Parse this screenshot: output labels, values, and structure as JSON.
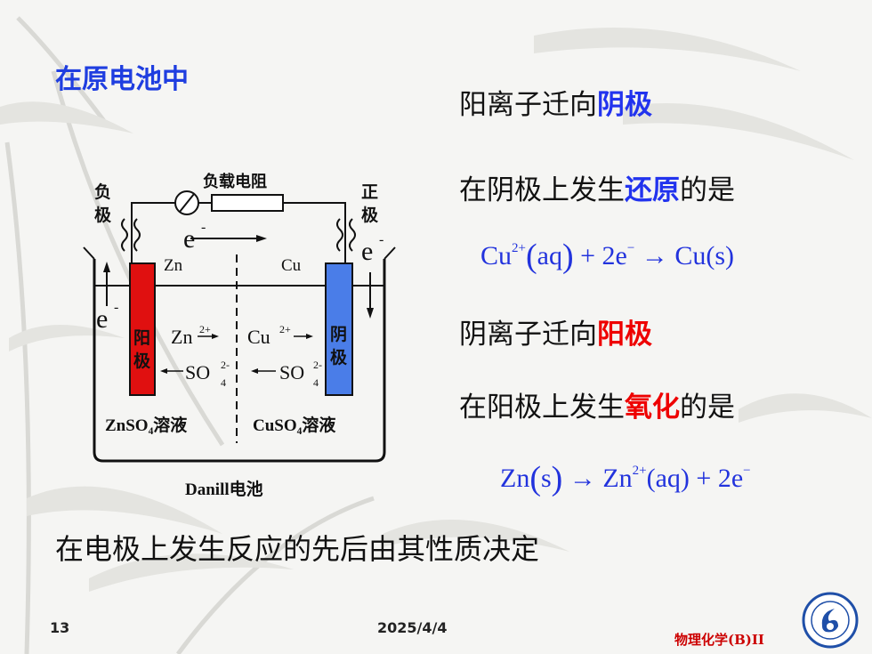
{
  "slide": {
    "title": "在原电池中",
    "lines": [
      {
        "plain": "阳离子迁向",
        "hl": "阴极",
        "tail": ""
      },
      {
        "plain": "在阴极上发生",
        "hl": "还原",
        "tail": "的是"
      },
      {
        "plain": "阴离子迁向",
        "hl": "阳极",
        "tail": ""
      },
      {
        "plain": "在阳极上发生",
        "hl": "氧化",
        "tail": "的是"
      }
    ],
    "eq1": {
      "a": "Cu",
      "a_sup": "2+",
      "b": "aq",
      "c": "+ 2e",
      "c_sup": "−",
      "d": "→ Cu(s)"
    },
    "eq2": {
      "a": "Zn",
      "b": "s",
      "c": "→ Zn",
      "c_sup": "2+",
      "d": "(aq) + 2e",
      "d_sup": "−"
    },
    "conclusion": "在电极上发生反应的先后由其性质决定"
  },
  "diagram": {
    "neg_pole": [
      "负",
      "极"
    ],
    "pos_pole": [
      "正",
      "极"
    ],
    "load": "负载电阻",
    "electron": "e",
    "electron_sup": "-",
    "zn": "Zn",
    "cu": "Cu",
    "anode": [
      "阳",
      "极"
    ],
    "cathode": [
      "阴",
      "极"
    ],
    "zn_ion": "Zn",
    "cu_ion": "Cu",
    "ion_charge": "2+",
    "so4": "SO",
    "so4_sub": "4",
    "so4_charge": "2-",
    "left_solution": "ZnSO₄溶液",
    "right_solution": "CuSO₄溶液",
    "cell_name": "Danill电池"
  },
  "footer": {
    "page": "13",
    "date": "2025/4/4",
    "brand": "物理化学(B)II"
  },
  "colors": {
    "title": "#1f3ee0",
    "highlight_blue": "#2233ee",
    "highlight_red": "#ee0000",
    "anode": "#e01010",
    "cathode": "#4a7de8"
  }
}
